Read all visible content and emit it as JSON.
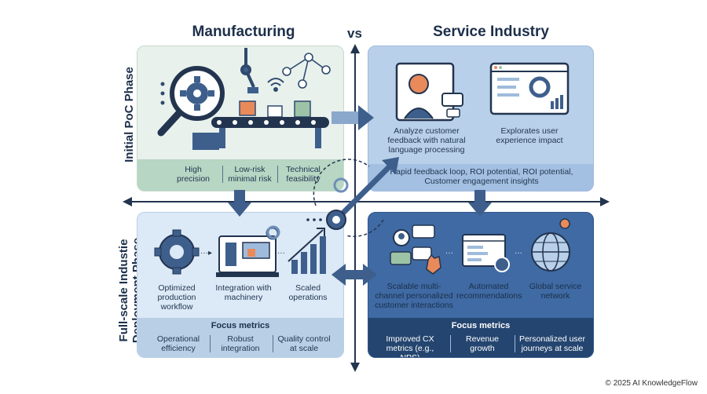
{
  "header": {
    "left_title": "Manufacturing",
    "vs": "vs",
    "right_title": "Service Industry"
  },
  "phases": {
    "initial": "Initial PoC Phase",
    "fullscale_line1": "Full-scale Industie",
    "fullscale_line2": "Deployment Phase"
  },
  "manufacturing_poc": {
    "icons": [
      "magnifier-gear-icon",
      "robot-arm-icon",
      "conveyor-belt-icon",
      "network-nodes-icon",
      "wifi-signal-icon"
    ],
    "labels": [
      "High precision",
      "Low-risk minimal risk",
      "Technical feasibility"
    ]
  },
  "service_poc": {
    "icons": [
      "person-chat-icon",
      "dashboard-icon"
    ],
    "captions": [
      "Analyze customer feedback with natural language processing",
      "Explorates user experience impact"
    ],
    "summary": "Rapid feedback loop, ROI potential, ROI potential, Customer engagement insights"
  },
  "manufacturing_full": {
    "icons": [
      "gear-icon",
      "machinery-icon",
      "rising-bar-chart-icon"
    ],
    "captions": [
      "Optimized production workflow",
      "Integration with machinery",
      "Scaled operations"
    ],
    "focus_title": "Focus metrics",
    "metrics": [
      "Operational efficiency",
      "Robust integration",
      "Quality control at scale"
    ]
  },
  "service_full": {
    "icons": [
      "user-chat-hand-icon",
      "recommendation-window-icon",
      "globe-pin-icon"
    ],
    "captions": [
      "Scalable multi-channel personalized customer interactions",
      "Automated recommendations",
      "Global service network"
    ],
    "focus_title": "Focus metrics",
    "metrics": [
      "Improved CX metrics (e.g., NPS)",
      "Revenue growth",
      "Personalized user journeys at scale"
    ]
  },
  "footer": {
    "copyright": "© 2025 AI KnowledgeFlow"
  },
  "colors": {
    "navy": "#1c2f4a",
    "green_panel": "#e8f1ec",
    "green_band": "#b7d6c3",
    "blue_panel": "#b9d0ea",
    "dark_blue_panel": "#3f6aa3",
    "arrow": "#3e5f8c"
  }
}
